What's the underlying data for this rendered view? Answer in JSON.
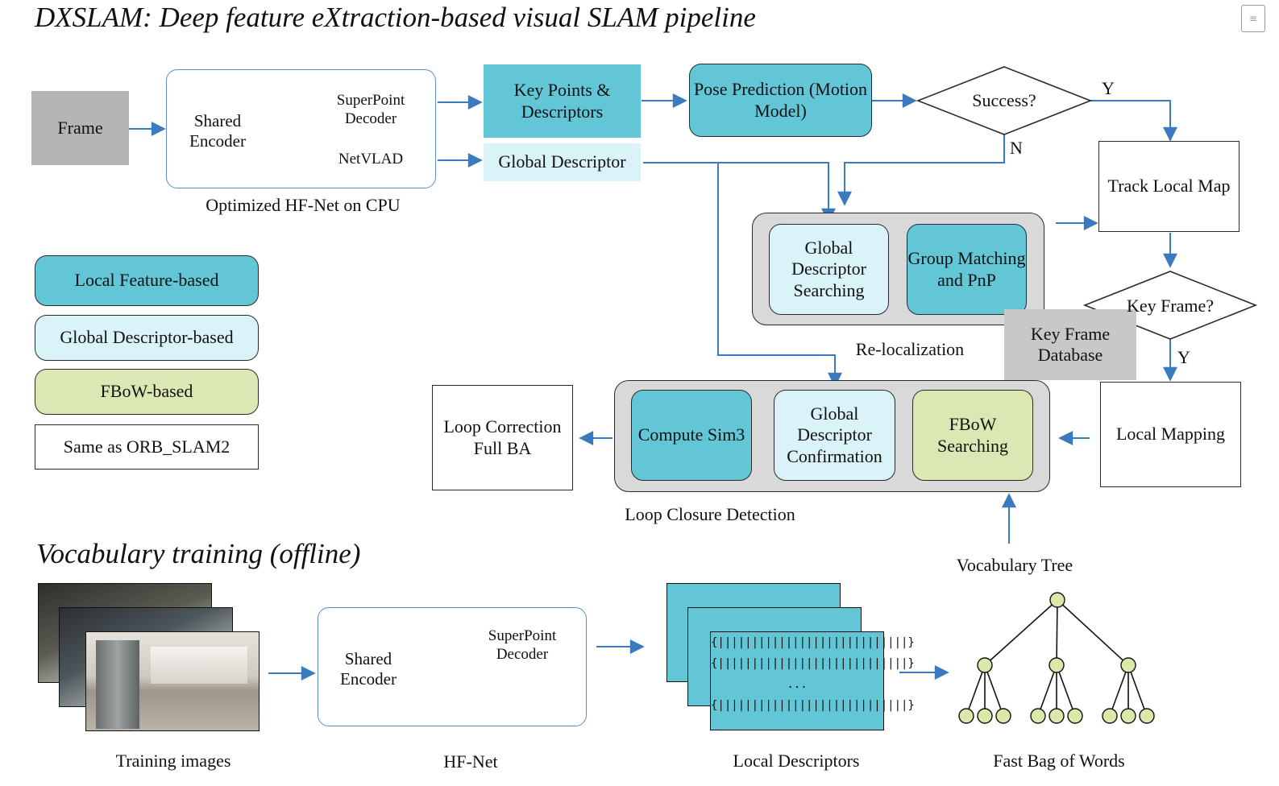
{
  "title": "DXSLAM: Deep feature eXtraction-based visual SLAM pipeline",
  "subtitle": "Vocabulary training (offline)",
  "nodes": {
    "frame": "Frame",
    "shared_encoder": "Shared Encoder",
    "superpoint_decoder": "SuperPoint Decoder",
    "netvlad": "NetVLAD",
    "hfnet_caption": "Optimized HF-Net on CPU",
    "key_points": "Key Points & Descriptors",
    "global_descriptor": "Global Descriptor",
    "pose_prediction": "Pose Prediction (Motion Model)",
    "success": "Success?",
    "yes1": "Y",
    "no1": "N",
    "track_local_map": "Track Local Map",
    "global_desc_search": "Global Descriptor Searching",
    "group_matching": "Group Matching and PnP",
    "relocalization": "Re-localization",
    "key_frame_q": "Key Frame?",
    "yes2": "Y",
    "key_frame_db": "Key Frame Database",
    "local_mapping": "Local Mapping",
    "compute_sim3": "Compute Sim3",
    "global_desc_confirm": "Global Descriptor Confirmation",
    "fbow_search": "FBoW Searching",
    "loop_closure": "Loop Closure Detection",
    "loop_correction": "Loop Correction Full BA",
    "vocab_tree": "Vocabulary Tree"
  },
  "legend": [
    {
      "label": "Local Feature-based",
      "color": "#62c6d6"
    },
    {
      "label": "Global Descriptor-based",
      "color": "#d9f3f8"
    },
    {
      "label": "FBoW-based",
      "color": "#dce8b3"
    },
    {
      "label": "Same as ORB_SLAM2",
      "color": "#ffffff"
    }
  ],
  "offline": {
    "training_images": "Training images",
    "shared_encoder": "Shared Encoder",
    "superpoint_decoder": "SuperPoint Decoder",
    "hfnet": "HF-Net",
    "descriptor_lines": [
      "{||||||||||||||||||||||||||||}",
      "{||||||||||||||||||||||||||||}",
      "...",
      "{||||||||||||||||||||||||||||}"
    ],
    "local_descriptors": "Local Descriptors",
    "fast_bow": "Fast Bag of Words"
  },
  "colors": {
    "local": "#62c6d6",
    "global": "#d9f3f8",
    "fbow": "#dce8b3",
    "network": "#6f9bd1",
    "arrow": "#3a7abf",
    "tree_node": "#dbe9a8"
  }
}
